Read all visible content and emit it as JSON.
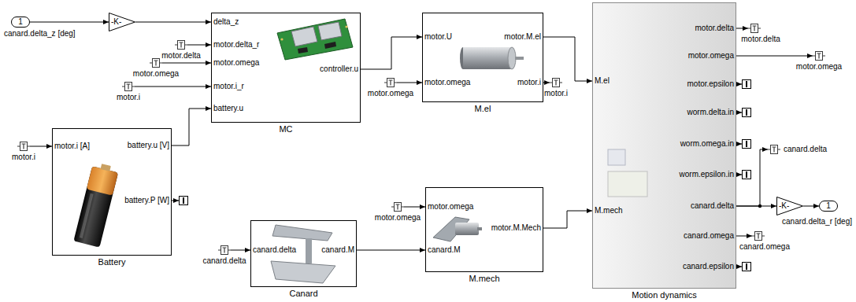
{
  "diagram": {
    "nodes": [
      {
        "text": [
          "1",
          "canard.delta_z [deg]"
        ]
      },
      {
        "text": [
          "-K-"
        ]
      },
      {
        "text": [
          "motor.delta"
        ]
      },
      {
        "text": [
          "motor.omega"
        ]
      },
      {
        "text": [
          "motor.i"
        ]
      },
      {
        "text": [
          "delta_z",
          "motor.delta_r",
          "motor.omega",
          "motor.i_r",
          "battery.u",
          "controller.u",
          "MC"
        ]
      },
      {
        "text": [
          "motor.omega"
        ]
      },
      {
        "text": [
          "motor.U",
          "motor.omega",
          "motor.M.el",
          "motor.i",
          "M.el"
        ]
      },
      {
        "text": [
          "motor.i"
        ]
      },
      {
        "text": [
          "M.el",
          "M.mech",
          "motor.delta",
          "motor.omega",
          "motor.epsilon",
          "worm.delta.in",
          "worm.omega.in",
          "worm.epsilon.in",
          "canard.delta",
          "canard.omega",
          "canard.epsilon",
          "Motion dynamics"
        ]
      },
      {
        "text": [
          "motor.delta"
        ]
      },
      {
        "text": [
          "motor.omega"
        ]
      },
      {
        "text": [
          "motor.i"
        ]
      },
      {
        "text": [
          "motor.i [A]",
          "battery.u [V]",
          "battery.P [W]",
          "Battery"
        ]
      },
      {
        "text": [
          "canard.delta"
        ]
      },
      {
        "text": [
          "-K-"
        ]
      },
      {
        "text": [
          "1",
          "canard.delta_r [deg]"
        ]
      },
      {
        "text": [
          "motor.omega"
        ]
      },
      {
        "text": [
          "canard.delta"
        ]
      },
      {
        "text": [
          "canard.delta",
          "canard.M",
          "Canard"
        ]
      },
      {
        "text": [
          "motor.omega",
          "canard.M",
          "motor.M.Mech",
          "M.mech"
        ]
      },
      {
        "text": [
          "canard.omega"
        ]
      }
    ],
    "edges": [
      {
        "from": 0,
        "to": 1,
        "arrow": "to"
      },
      {
        "from": 1,
        "to": 5,
        "arrow": "to"
      },
      {
        "from": 2,
        "to": 5,
        "arrow": "to"
      },
      {
        "from": 3,
        "to": 5,
        "arrow": "to"
      },
      {
        "from": 4,
        "to": 5,
        "arrow": "to"
      },
      {
        "from": 13,
        "to": 5,
        "arrow": "to"
      },
      {
        "from": 5,
        "to": 7,
        "arrow": "to"
      },
      {
        "from": 6,
        "to": 7,
        "arrow": "to"
      },
      {
        "from": 7,
        "to": 8,
        "arrow": "to"
      },
      {
        "from": 7,
        "to": 9,
        "arrow": "to"
      },
      {
        "from": 12,
        "to": 13,
        "arrow": "to"
      },
      {
        "from": 18,
        "to": 19,
        "arrow": "to"
      },
      {
        "from": 19,
        "to": 20,
        "arrow": "to"
      },
      {
        "from": 17,
        "to": 20,
        "arrow": "to"
      },
      {
        "from": 20,
        "to": 9,
        "arrow": "to"
      },
      {
        "from": 9,
        "to": 10,
        "arrow": "to"
      },
      {
        "from": 9,
        "to": 11,
        "arrow": "to"
      },
      {
        "from": 9,
        "to": 14,
        "arrow": "to"
      },
      {
        "from": 9,
        "to": 15,
        "arrow": "to"
      },
      {
        "from": 15,
        "to": 16,
        "arrow": "to"
      },
      {
        "from": 9,
        "to": 21,
        "arrow": "to"
      }
    ]
  }
}
